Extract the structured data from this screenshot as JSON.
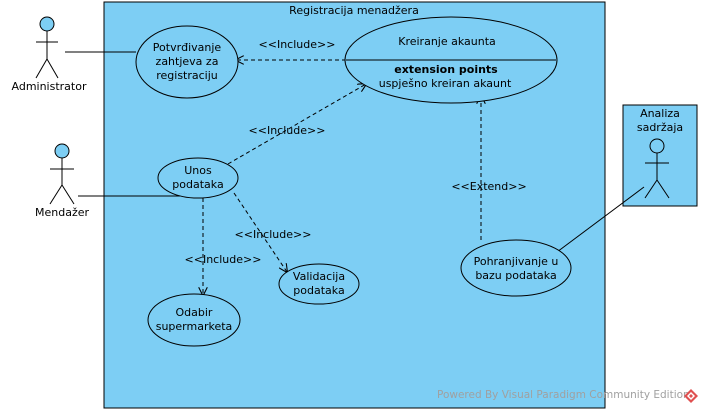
{
  "system": {
    "title": "Registracija menadžera"
  },
  "actors": {
    "administrator": "Administrator",
    "menadzer": "Mendažer",
    "analiza_line1": "Analiza",
    "analiza_line2": "sadržaja"
  },
  "use_cases": {
    "potvrdivanje": [
      "Potvrđivanje",
      "zahtjeva za",
      "registraciju"
    ],
    "kreiranje": {
      "name": "Kreiranje akaunta",
      "ext_title": "extension points",
      "ext_point": "uspješno kreiran akaunt"
    },
    "unos": [
      "Unos",
      "podataka"
    ],
    "validacija": [
      "Validacija",
      "podataka"
    ],
    "odabir": [
      "Odabir",
      "supermarketa"
    ],
    "pohranjivanje": [
      "Pohranjivanje u",
      "bazu podataka"
    ]
  },
  "relations": {
    "include_potvrdivanje": "<<Include>>",
    "include_unos_kreiranje": "<<Include>>",
    "include_unos_validacija": "<<Include>>",
    "include_unos_odabir": "<<Include>>",
    "extend_pohranjivanje": "<<Extend>>"
  },
  "watermark": "Powered By Visual Paradigm Community Edition",
  "colors": {
    "system_fill": "#7dcef4",
    "actor_head": "#7dcef4",
    "use_case_fill": "#7dcef4",
    "line": "#000000",
    "watermark_logo": "#e05050"
  }
}
